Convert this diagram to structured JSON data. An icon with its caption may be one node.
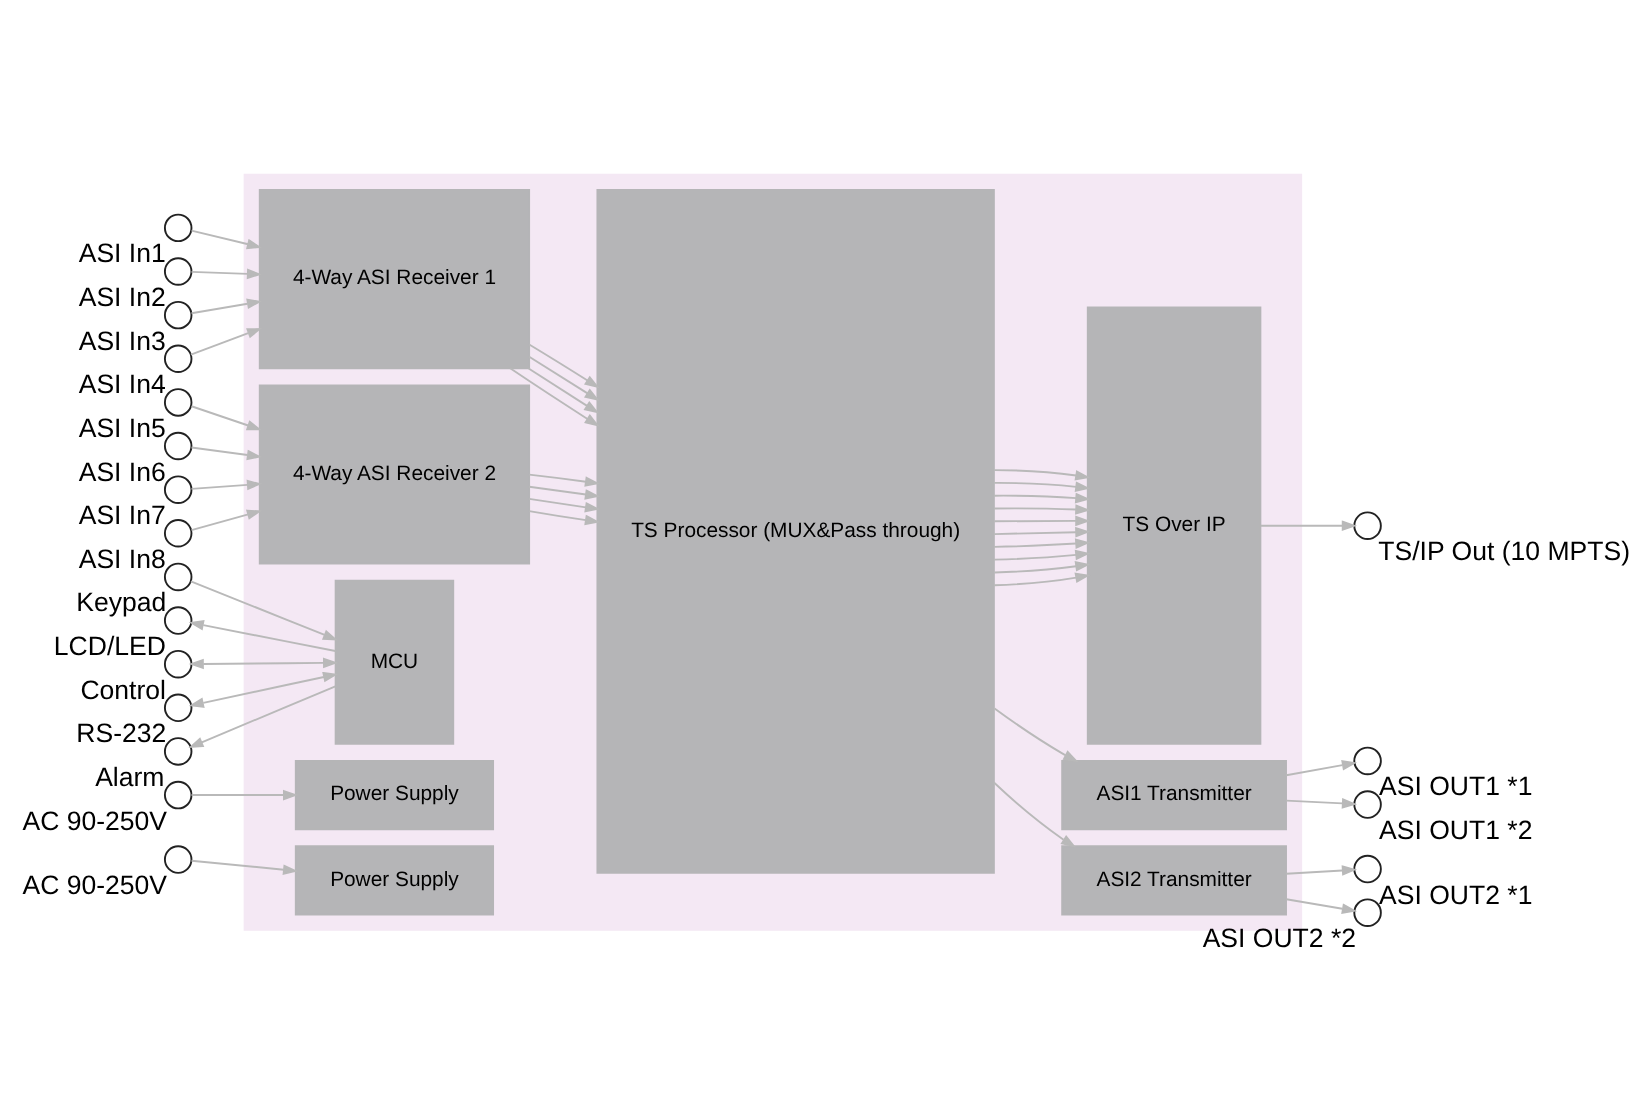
{
  "diagram": {
    "nodes": [
      {
        "text": [],
        "shape": "box"
      },
      {
        "text": [],
        "shape": "circle",
        "beside": [
          "ASI In1"
        ]
      },
      {
        "text": [],
        "shape": "circle",
        "beside": [
          "ASI In2"
        ]
      },
      {
        "text": [],
        "shape": "circle",
        "beside": [
          "ASI In3"
        ]
      },
      {
        "text": [],
        "shape": "circle",
        "beside": [
          "ASI In4"
        ]
      },
      {
        "text": [],
        "shape": "circle",
        "beside": [
          "ASI In5"
        ]
      },
      {
        "text": [],
        "shape": "circle",
        "beside": [
          "ASI In6"
        ]
      },
      {
        "text": [],
        "shape": "circle",
        "beside": [
          "ASI In7"
        ]
      },
      {
        "text": [],
        "shape": "circle",
        "beside": [
          "ASI In8"
        ]
      },
      {
        "text": [
          "4-Way ASI Receiver 1"
        ],
        "in": 0
      },
      {
        "text": [
          "4-Way ASI Receiver 2"
        ],
        "in": 0
      },
      {
        "text": [
          "TS Processor (MUX&Pass through)"
        ],
        "in": 0
      },
      {
        "text": [
          "TS Over IP"
        ],
        "in": 0
      },
      {
        "text": [],
        "shape": "circle",
        "beside": [
          "TS/IP Out (10 MPTS)"
        ]
      },
      {
        "text": [],
        "shape": "circle",
        "beside": [
          "Keypad"
        ]
      },
      {
        "text": [],
        "shape": "circle",
        "beside": [
          "LCD/LED"
        ]
      },
      {
        "text": [],
        "shape": "circle",
        "beside": [
          "Control"
        ]
      },
      {
        "text": [],
        "shape": "circle",
        "beside": [
          "RS-232"
        ]
      },
      {
        "text": [],
        "shape": "circle",
        "beside": [
          "Alarm"
        ]
      },
      {
        "text": [
          "MCU"
        ],
        "in": 0
      },
      {
        "text": [],
        "shape": "circle",
        "beside": [
          "AC 90-250V"
        ]
      },
      {
        "text": [
          "Power Supply"
        ],
        "in": 0
      },
      {
        "text": [],
        "shape": "circle",
        "beside": [
          "AC 90-250V"
        ]
      },
      {
        "text": [
          "Power Supply"
        ],
        "in": 0
      },
      {
        "text": [
          "ASI1 Transmitter"
        ],
        "in": 0
      },
      {
        "text": [],
        "shape": "circle",
        "beside": [
          "ASI OUT1 *1"
        ]
      },
      {
        "text": [],
        "shape": "circle",
        "beside": [
          "ASI OUT1 *2"
        ]
      },
      {
        "text": [
          "ASI2 Transmitter"
        ],
        "in": 0
      },
      {
        "text": [],
        "shape": "circle",
        "beside": [
          "ASI OUT2 *1"
        ]
      },
      {
        "text": [],
        "shape": "circle",
        "beside": [
          "ASI OUT2 *2"
        ]
      }
    ],
    "edges": [
      {
        "from": 1,
        "to": 9,
        "arrow": "to"
      },
      {
        "from": 2,
        "to": 9,
        "arrow": "to"
      },
      {
        "from": 3,
        "to": 9,
        "arrow": "to"
      },
      {
        "from": 4,
        "to": 9,
        "arrow": "to"
      },
      {
        "from": 5,
        "to": 10,
        "arrow": "to"
      },
      {
        "from": 6,
        "to": 10,
        "arrow": "to"
      },
      {
        "from": 7,
        "to": 10,
        "arrow": "to"
      },
      {
        "from": 8,
        "to": 10,
        "arrow": "to"
      },
      {
        "from": 9,
        "to": 11,
        "arrow": "to"
      },
      {
        "from": 9,
        "to": 11,
        "arrow": "to"
      },
      {
        "from": 9,
        "to": 11,
        "arrow": "to"
      },
      {
        "from": 9,
        "to": 11,
        "arrow": "to"
      },
      {
        "from": 10,
        "to": 11,
        "arrow": "to"
      },
      {
        "from": 10,
        "to": 11,
        "arrow": "to"
      },
      {
        "from": 10,
        "to": 11,
        "arrow": "to"
      },
      {
        "from": 10,
        "to": 11,
        "arrow": "to"
      },
      {
        "from": 11,
        "to": 12,
        "arrow": "to"
      },
      {
        "from": 11,
        "to": 12,
        "arrow": "to"
      },
      {
        "from": 11,
        "to": 12,
        "arrow": "to"
      },
      {
        "from": 11,
        "to": 12,
        "arrow": "to"
      },
      {
        "from": 11,
        "to": 12,
        "arrow": "to"
      },
      {
        "from": 11,
        "to": 12,
        "arrow": "to"
      },
      {
        "from": 11,
        "to": 12,
        "arrow": "to"
      },
      {
        "from": 11,
        "to": 12,
        "arrow": "to"
      },
      {
        "from": 11,
        "to": 12,
        "arrow": "to"
      },
      {
        "from": 11,
        "to": 12,
        "arrow": "to"
      },
      {
        "from": 12,
        "to": 13,
        "arrow": "to"
      },
      {
        "from": 14,
        "to": 19,
        "arrow": "to"
      },
      {
        "from": 19,
        "to": 15,
        "arrow": "to"
      },
      {
        "from": 16,
        "to": 19,
        "arrow": "both"
      },
      {
        "from": 17,
        "to": 19,
        "arrow": "both"
      },
      {
        "from": 19,
        "to": 18,
        "arrow": "to"
      },
      {
        "from": 20,
        "to": 21,
        "arrow": "to"
      },
      {
        "from": 22,
        "to": 23,
        "arrow": "to"
      },
      {
        "from": 11,
        "to": 24,
        "arrow": "to"
      },
      {
        "from": 11,
        "to": 27,
        "arrow": "to"
      },
      {
        "from": 24,
        "to": 25,
        "arrow": "to"
      },
      {
        "from": 24,
        "to": 26,
        "arrow": "to"
      },
      {
        "from": 27,
        "to": 28,
        "arrow": "to"
      },
      {
        "from": 27,
        "to": 29,
        "arrow": "to"
      }
    ]
  }
}
